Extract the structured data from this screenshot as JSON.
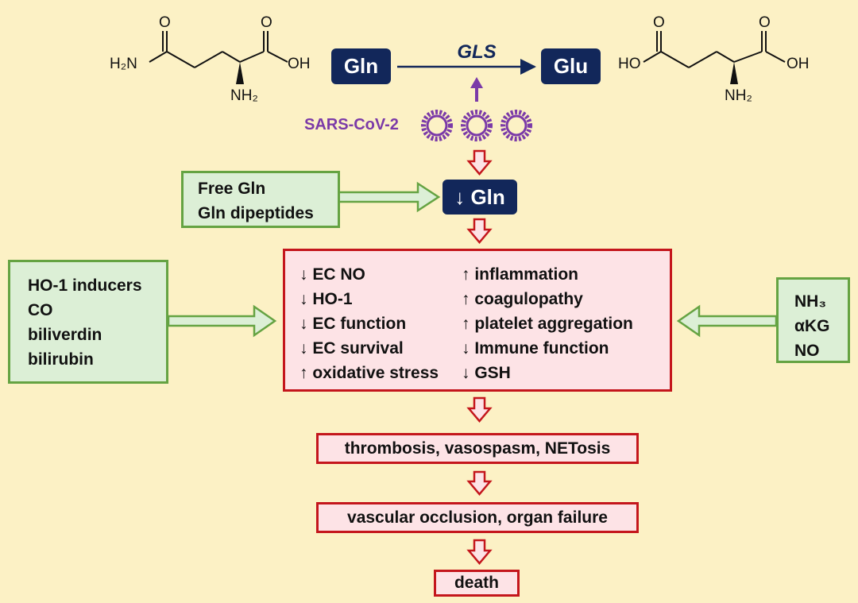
{
  "glutamine_structure": {
    "oxygen_left": "O",
    "oxygen_right": "O",
    "amide_group": "H₂N",
    "acid_group": "OH",
    "amino_group": "NH₂"
  },
  "glutamate_structure": {
    "oxygen_left": "O",
    "oxygen_right": "O",
    "acid_left": "HO",
    "acid_right": "OH",
    "amino_group": "NH₂"
  },
  "reaction": {
    "substrate": "Gln",
    "enzyme": "GLS",
    "product": "Glu"
  },
  "virus": {
    "label": "SARS-CoV-2"
  },
  "reduced_gln": "↓ Gln",
  "supplement_box": {
    "lines": [
      "Free Gln",
      "Gln dipeptides"
    ]
  },
  "ho1_box": {
    "lines": [
      "HO-1 inducers",
      "CO",
      "biliverdin",
      "bilirubin"
    ]
  },
  "right_box": {
    "lines": [
      "NH₃",
      "αKG",
      "NO"
    ]
  },
  "effects": {
    "left": [
      "↓ EC NO",
      "↓ HO-1",
      "↓ EC function",
      "↓ EC survival",
      "↑ oxidative stress"
    ],
    "right": [
      "↑ inflammation",
      "↑ coagulopathy",
      "↑ platelet aggregation",
      "↓ Immune function",
      "↓ GSH"
    ]
  },
  "outcomes": [
    "thrombosis, vasospasm, NETosis",
    "vascular occlusion, organ failure",
    "death"
  ],
  "colors": {
    "background": "#fcf1c5",
    "navy": "#12275a",
    "green_border": "#65a342",
    "green_fill": "#dcefd6",
    "red_border": "#c4161c",
    "pink_fill": "#fde3e6",
    "virus_purple": "#7b3aa8"
  }
}
